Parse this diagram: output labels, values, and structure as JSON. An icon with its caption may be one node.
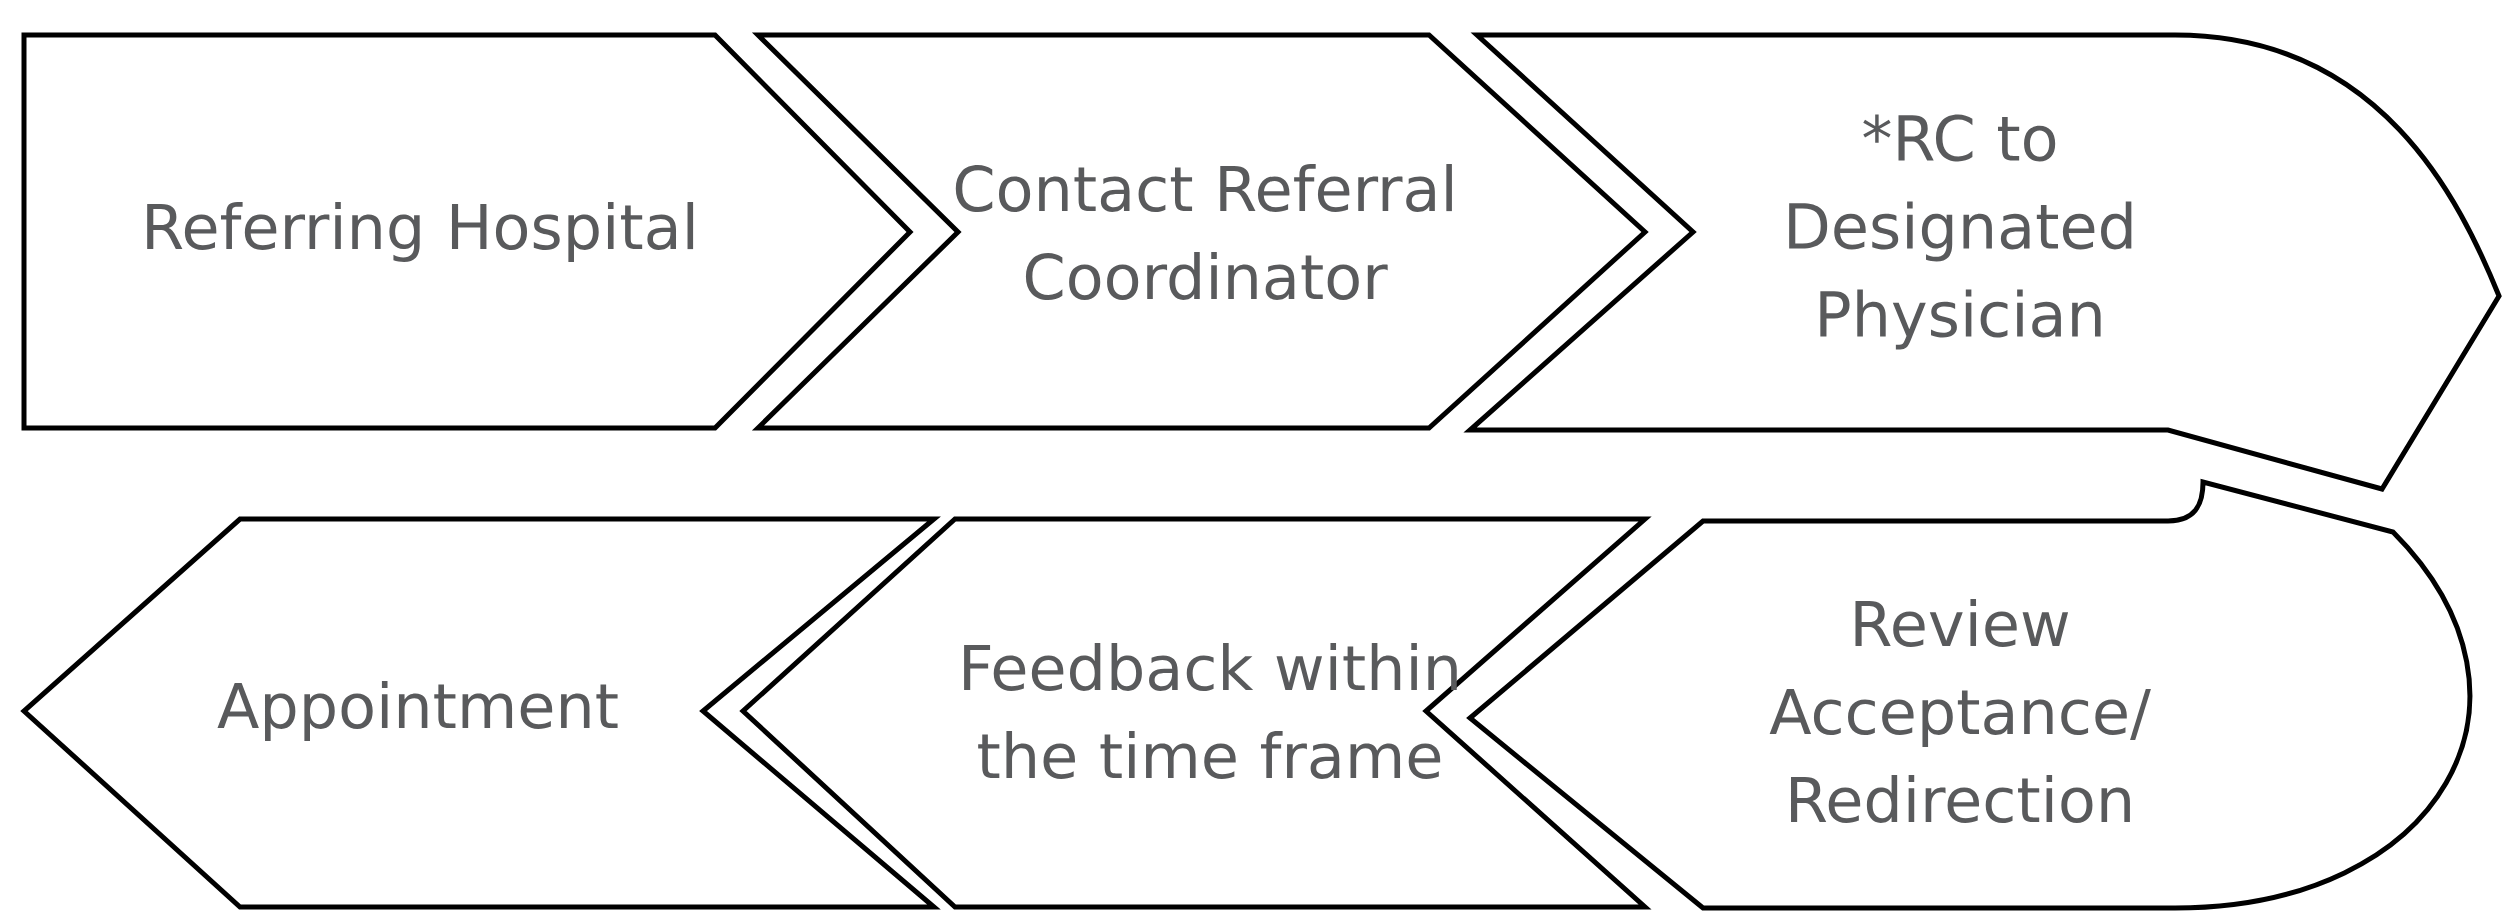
{
  "diagram": {
    "nodes": [
      {
        "text": [
          "Referring Hospital"
        ]
      },
      {
        "text": [
          "Contact Referral Coordinator"
        ]
      },
      {
        "text": [
          "*RC to Designated Physician"
        ]
      },
      {
        "text": [
          "Review Acceptance/ Redirection"
        ]
      },
      {
        "text": [
          "Feedback within the time frame"
        ]
      },
      {
        "text": [
          "Appointment"
        ]
      }
    ]
  }
}
